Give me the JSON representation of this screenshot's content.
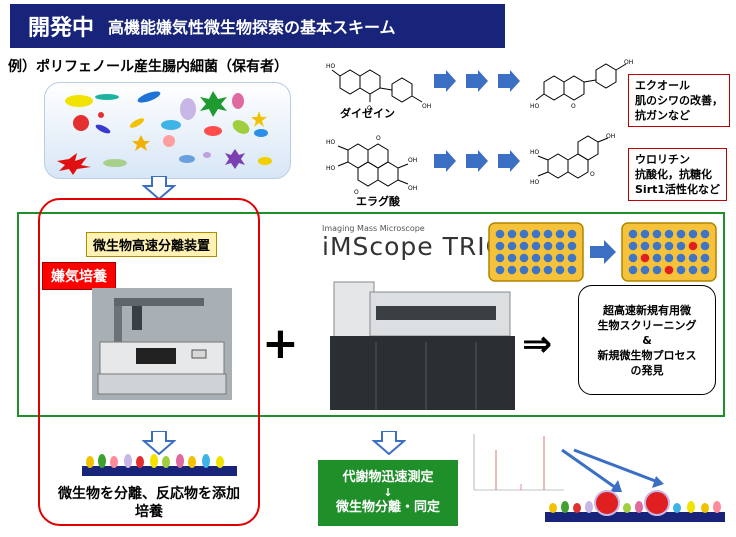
{
  "title": {
    "main": "開発中",
    "sub": "高機能嫌気性微生物探索の基本スキーム"
  },
  "example_label": "例）ポリフェノール産生腸内細菌（保有者）",
  "molecules": {
    "daidzein": "ダイゼイン",
    "ellagic_acid": "エラグ酸"
  },
  "products": {
    "equol": [
      "エクオール",
      "肌のシワの改善，",
      "抗ガンなど"
    ],
    "urolithin": [
      "ウロリチン",
      "抗酸化，抗糖化",
      "Sirt1活性化など"
    ]
  },
  "device_label": "微生物高速分離装置",
  "anaerobic_label": "嫌気培養",
  "imscope": {
    "caption": "Imaging Mass Microscope",
    "name": "iMScope TRIO"
  },
  "plus_sign": "+",
  "implies_sign": "⇒",
  "result_box": [
    "超高速新規有用微",
    "生物スクリーニング",
    "&",
    "新規微生物プロセス",
    "の発見"
  ],
  "bottom_left": [
    "微生物を分離、反応物を添加",
    "培養"
  ],
  "green_box": {
    "line1": "代謝物迅速測定",
    "arrow": "↓",
    "line2": "微生物分離・同定"
  },
  "colors": {
    "title_bar": "#17247a",
    "frame_green": "#1f8f2a",
    "frame_red": "#e00000",
    "plate_yellow": "#f6c23a",
    "well_blue": "#3e75c7",
    "well_red": "#e02020",
    "arrow_blue": "#3b6fc4"
  }
}
